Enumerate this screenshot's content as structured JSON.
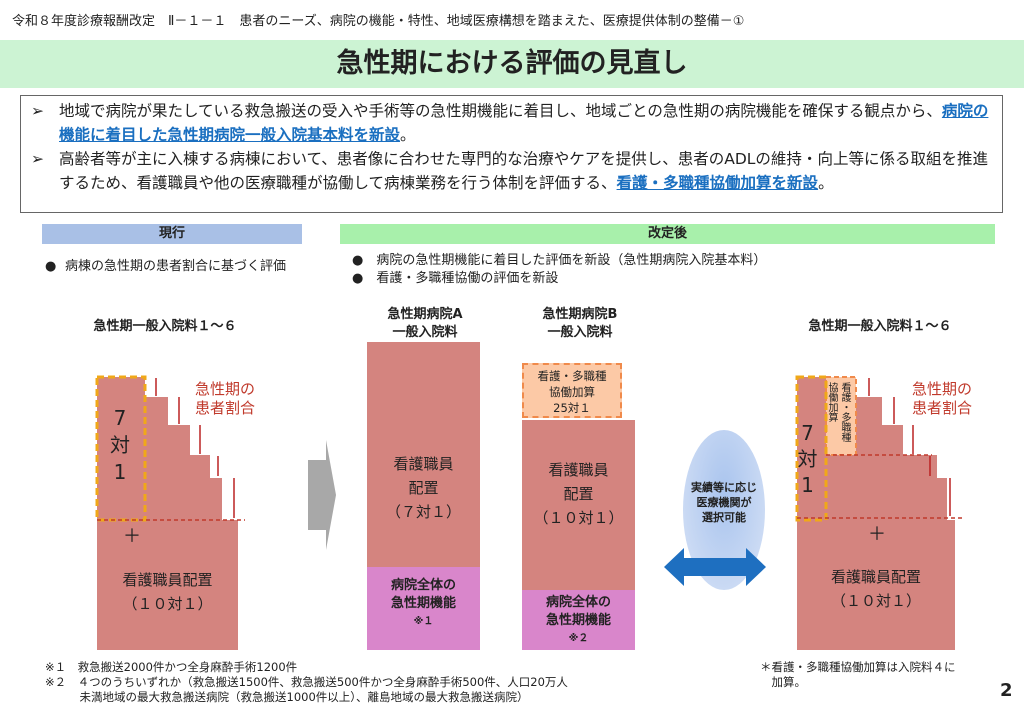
{
  "header": "令和８年度診療報酬改定　Ⅱ－１－１　患者のニーズ、病院の機能・特性、地域医療構想を踏まえた、医療提供体制の整備－①",
  "title": "急性期における評価の見直し",
  "summary": [
    {
      "text": "地域で病院が果たしている救急搬送の受入や手術等の急性期機能に着目し、地域ごとの急性期の病院機能を確保する観点から、",
      "highlight": "病院の機能に着目した急性期病院一般入院基本料を新設",
      "end": "。"
    },
    {
      "text": "高齢者等が主に入棟する病棟において、患者像に合わせた専門的な治療やケアを提供し、患者のADLの維持・向上等に係る取組を推進するため、看護職員や他の医療職種が協働して病棟業務を行う体制を評価する、",
      "highlight": "看護・多職種協働加算を新設",
      "end": "。"
    }
  ],
  "current": {
    "label": "現行",
    "bullet": "病棟の急性期の患者割合に基づく評価",
    "chart_title": "急性期一般入院料１～６",
    "ratio": "7\n対\n1",
    "acute_label": "急性期の\n患者割合",
    "plus": "＋",
    "base": "看護職員配置\n（１０対１）"
  },
  "revised": {
    "label": "改定後",
    "bullets": [
      "病院の急性期機能に着目した評価を新設（急性期病院入院基本料）",
      "看護・多職種協働の評価を新設"
    ],
    "hospA": {
      "title": "急性期病院A\n一般入院料",
      "staff": "看護職員\n配置\n（７対１）",
      "func": "病院全体の\n急性期機能",
      "note": "※１"
    },
    "hospB": {
      "title": "急性期病院B\n一般入院料",
      "addon": "看護・多職種\n協働加算\n25対１",
      "staff": "看護職員\n配置\n（１０対１）",
      "func": "病院全体の\n急性期機能",
      "note": "※２"
    },
    "choice": "実績等に応じ\n医療機関が\n選択可能",
    "right": {
      "title": "急性期一般入院料１～６",
      "ratio": "7\n対\n1",
      "addon_v1": "看護・多職種",
      "addon_v2": "協働加算",
      "acute_label": "急性期の\n患者割合",
      "plus": "＋",
      "base": "看護職員配置\n（１０対１）"
    }
  },
  "footnotes": [
    "※１　救急搬送2000件かつ全身麻酔手術1200件",
    "※２　４つのうちいずれか（救急搬送1500件、救急搬送500件かつ全身麻酔手術500件、人口20万人",
    "　　　未満地域の最大救急搬送病院（救急搬送1000件以上）、離島地域の最大救急搬送病院）"
  ],
  "side_note": "＊看護・多職種協働加算は入院料４に\n　加算。",
  "page": "2"
}
